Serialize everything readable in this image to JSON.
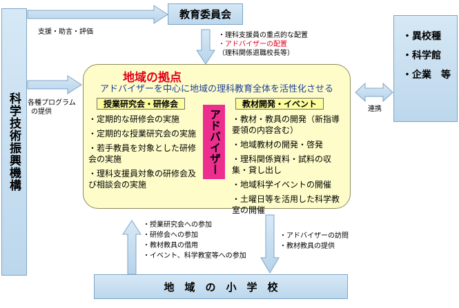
{
  "jst": {
    "label": "科学技術振興機構"
  },
  "board": {
    "label": "教育委員会"
  },
  "others": {
    "items": [
      "・異校種",
      "・科学館",
      "・企業　等"
    ]
  },
  "school": {
    "label": "地　域　の　小　学　校"
  },
  "hub": {
    "title": "地域の拠点",
    "subtitle": "アドバイザーを中心に地域の理科教育全体を活性化させる",
    "advisor": "アドバイザー",
    "left_heading": "授業研究会・研修会",
    "left_items": [
      "・定期的な研修会の実施",
      "・定期的な授業研究会の実施",
      "・若手教員を対象とした研修会の実施",
      "・理科支援員対象の研修会及び相談会の実施"
    ],
    "right_heading": "教材開発・イベント",
    "right_items": [
      "・教材・教具の開発（新指導要領の内容含む）",
      "・地域教材の開発・啓発",
      "・理科関係資料・試料の収集・貸し出し",
      "・地域科学イベントの開催",
      "・土曜日等を活用した科学教室の開催"
    ]
  },
  "labels": {
    "support": "支援・助言・評価",
    "program_1": "各種プログラム",
    "program_2": "の提供",
    "board_1": "・理科支援員の重点的な配置",
    "board_2": "・アドバイザーの配置",
    "board_3": "（理科関係退職校長等）",
    "renkei": "連携",
    "up_1": "・授業研究会への参加",
    "up_2": "・研修会への参加",
    "up_3": "・教材教具の借用",
    "up_4": "・イベント、科学教室等への参加",
    "down_1": "・アドバイザーの訪問",
    "down_2": "・教材教具の提供"
  },
  "colors": {
    "box_fill": "#c8dff0",
    "hub_fill": "#fefdc9",
    "advisor_fill": "#ec2f8e",
    "title_red": "#e0001a",
    "subtitle_blue": "#1d3f9a",
    "arrow_fill": "#c9def0"
  }
}
